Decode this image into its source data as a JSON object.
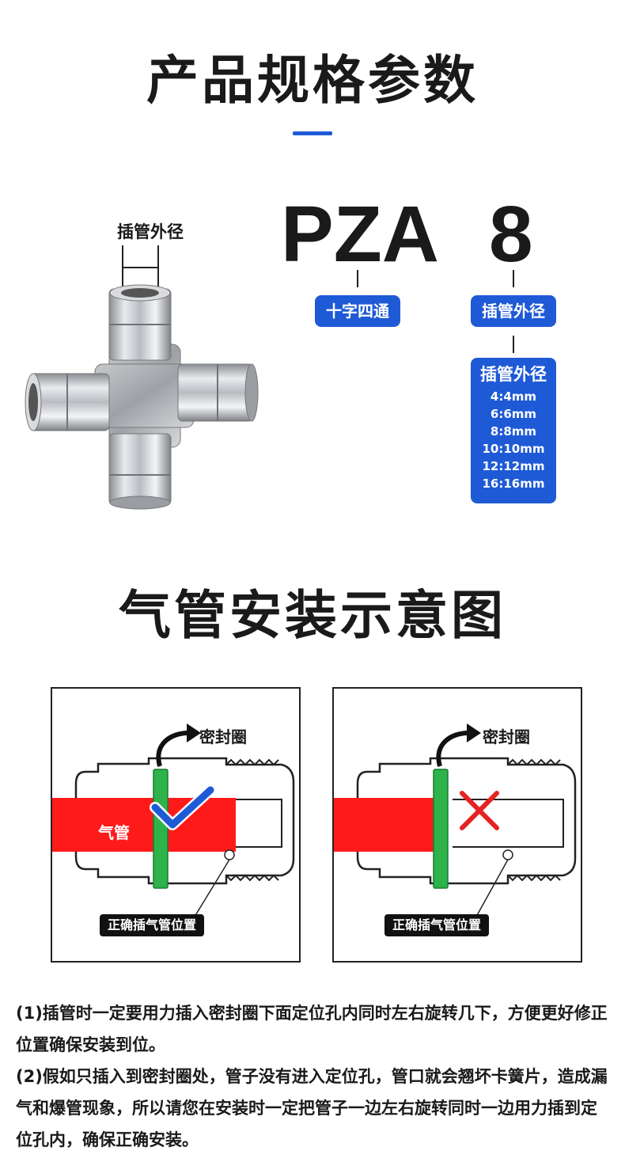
{
  "spec_section": {
    "title": "产品规格参数",
    "diameter_label": "插管外径",
    "code_series": "PZA",
    "code_size": "8",
    "series_label": "十字四通",
    "size_label": "插管外径",
    "size_box": {
      "title": "插管外径",
      "items": [
        "4:4mm",
        "6:6mm",
        "8:8mm",
        "10:10mm",
        "12:12mm",
        "16:16mm"
      ]
    }
  },
  "install_section": {
    "title": "气管安装示意图",
    "left_panel": {
      "seal_label": "密封圈",
      "tube_label": "气管",
      "position_label": "正确插气管位置",
      "mark": "check"
    },
    "right_panel": {
      "seal_label": "密封圈",
      "position_label": "正确插气管位置",
      "mark": "cross"
    }
  },
  "notes": [
    "(1)插管时一定要用力插入密封圈下面定位孔内同时左右旋转几下，方便更好修正位置确保安装到位。",
    "(2)假如只插入到密封圈处，管子没有进入定位孔，管口就会翘坏卡簧片，造成漏气和爆管现象，所以请您在安装时一定把管子一边左右旋转同时一边用力插到定位孔内，确保正确安装。"
  ],
  "colors": {
    "accent_blue": "#1f5ad6",
    "tube_red": "#ff1a1a",
    "seal_green": "#2db34a",
    "check_blue": "#1f5ad6",
    "cross_red": "#e52222"
  }
}
